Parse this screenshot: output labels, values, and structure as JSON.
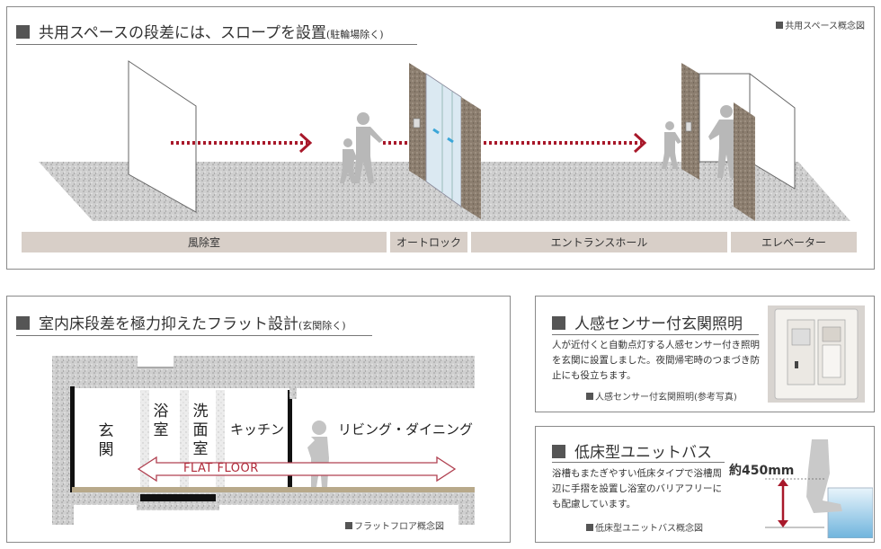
{
  "top_panel": {
    "title_main": "共用スペースの段差には、スロープを設置",
    "title_sub": "(駐輪場除く)",
    "caption": "共用スペース概念図",
    "zones": [
      "風除室",
      "オートロック",
      "エントランスホール",
      "エレベーター"
    ]
  },
  "floor_panel": {
    "title_main": "室内床段差を極力抑えたフラット設計",
    "title_sub": "(玄関除く)",
    "rooms": {
      "entrance": "玄関",
      "bath": "浴室",
      "washroom": "洗面室",
      "kitchen": "キッチン",
      "living": "リビング・ダイニング"
    },
    "flat_floor_label": "FLAT FLOOR",
    "caption": "フラットフロア概念図"
  },
  "sensor_panel": {
    "title": "人感センサー付玄関照明",
    "body": "人が近付くと自動点灯する人感センサー付き照明を玄関に設置しました。夜間帰宅時のつまづき防止にも役立ちます。",
    "caption": "人感センサー付玄関照明(参考写真)"
  },
  "bath_panel": {
    "title": "低床型ユニットバス",
    "body": "浴槽もまたぎやすい低床タイプで浴槽周辺に手摺を設置し浴室のバリアフリーにも配慮しています。",
    "caption": "低床型ユニットバス概念図",
    "height_label": "約450mm"
  },
  "colors": {
    "arrow_red": "#a8182a",
    "label_bar": "#d8cfc8",
    "wall_wood": "#8c7e6f",
    "glass": "#bcd8ea",
    "floor_wood": "#b8a98a"
  }
}
